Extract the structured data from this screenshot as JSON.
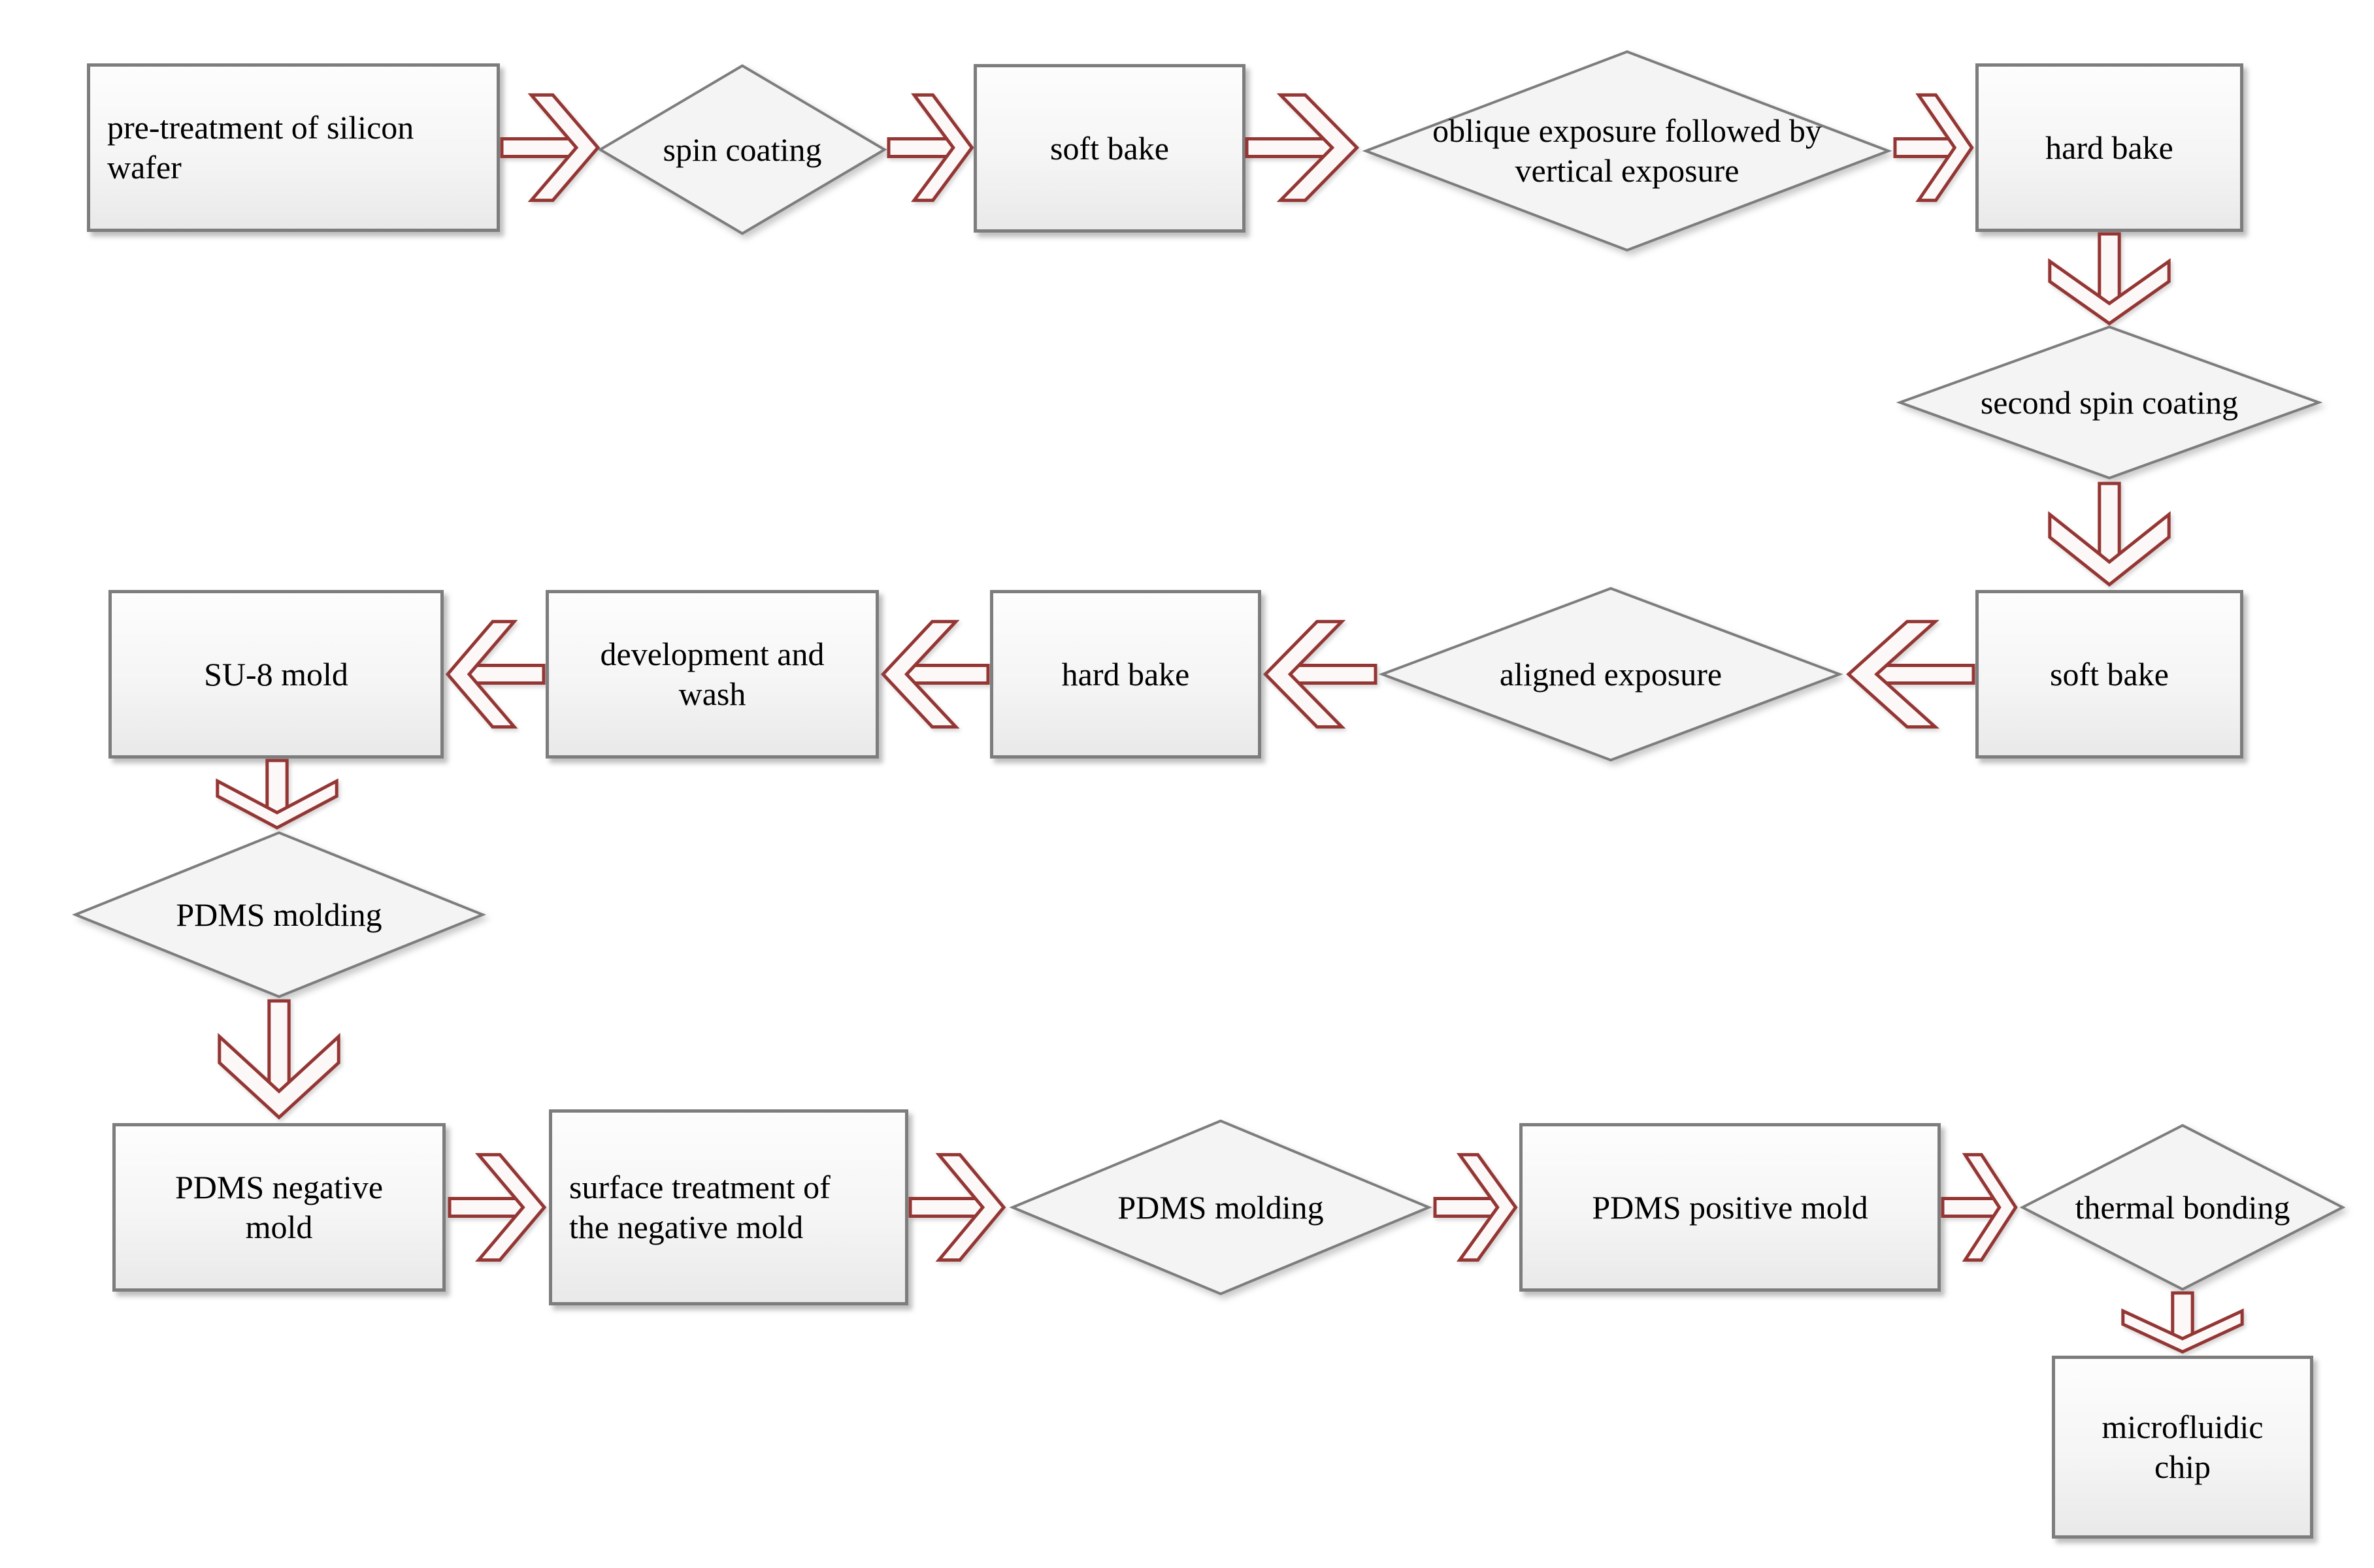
{
  "colors": {
    "arrow_stroke": "#943634",
    "arrow_fill": "#fdf8f8",
    "shape_border": "#7d7d7d",
    "text_color": "#000000"
  },
  "nodes": {
    "pre_treatment": {
      "label": "pre-treatment of silicon\nwafer",
      "shape": "rectangle"
    },
    "spin_coating": {
      "label": "spin coating",
      "shape": "diamond"
    },
    "soft_bake_1": {
      "label": "soft bake",
      "shape": "rectangle"
    },
    "oblique_exposure": {
      "label": "oblique exposure followed by\nvertical exposure",
      "shape": "diamond"
    },
    "hard_bake_1": {
      "label": "hard bake",
      "shape": "rectangle"
    },
    "second_spin_coating": {
      "label": "second spin coating",
      "shape": "diamond"
    },
    "soft_bake_2": {
      "label": "soft bake",
      "shape": "rectangle"
    },
    "aligned_exposure": {
      "label": "aligned exposure",
      "shape": "diamond"
    },
    "hard_bake_2": {
      "label": "hard bake",
      "shape": "rectangle"
    },
    "development_wash": {
      "label": "development and\nwash",
      "shape": "rectangle"
    },
    "su8_mold": {
      "label": "SU-8 mold",
      "shape": "rectangle"
    },
    "pdms_molding_1": {
      "label": "PDMS molding",
      "shape": "diamond"
    },
    "pdms_negative_mold": {
      "label": "PDMS negative\nmold",
      "shape": "rectangle"
    },
    "surface_treatment": {
      "label": "surface treatment of\nthe negative mold",
      "shape": "rectangle"
    },
    "pdms_molding_2": {
      "label": "PDMS molding",
      "shape": "diamond"
    },
    "pdms_positive_mold": {
      "label": "PDMS positive mold",
      "shape": "rectangle"
    },
    "thermal_bonding": {
      "label": "thermal bonding",
      "shape": "diamond"
    },
    "microfluidic_chip": {
      "label": "microfluidic\nchip",
      "shape": "rectangle"
    }
  },
  "edges": [
    {
      "from": "pre_treatment",
      "to": "spin_coating",
      "direction": "right"
    },
    {
      "from": "spin_coating",
      "to": "soft_bake_1",
      "direction": "right"
    },
    {
      "from": "soft_bake_1",
      "to": "oblique_exposure",
      "direction": "right"
    },
    {
      "from": "oblique_exposure",
      "to": "hard_bake_1",
      "direction": "right"
    },
    {
      "from": "hard_bake_1",
      "to": "second_spin_coating",
      "direction": "down"
    },
    {
      "from": "second_spin_coating",
      "to": "soft_bake_2",
      "direction": "down"
    },
    {
      "from": "soft_bake_2",
      "to": "aligned_exposure",
      "direction": "left"
    },
    {
      "from": "aligned_exposure",
      "to": "hard_bake_2",
      "direction": "left"
    },
    {
      "from": "hard_bake_2",
      "to": "development_wash",
      "direction": "left"
    },
    {
      "from": "development_wash",
      "to": "su8_mold",
      "direction": "left"
    },
    {
      "from": "su8_mold",
      "to": "pdms_molding_1",
      "direction": "down"
    },
    {
      "from": "pdms_molding_1",
      "to": "pdms_negative_mold",
      "direction": "down"
    },
    {
      "from": "pdms_negative_mold",
      "to": "surface_treatment",
      "direction": "right"
    },
    {
      "from": "surface_treatment",
      "to": "pdms_molding_2",
      "direction": "right"
    },
    {
      "from": "pdms_molding_2",
      "to": "pdms_positive_mold",
      "direction": "right"
    },
    {
      "from": "pdms_positive_mold",
      "to": "thermal_bonding",
      "direction": "right"
    },
    {
      "from": "thermal_bonding",
      "to": "microfluidic_chip",
      "direction": "down"
    }
  ]
}
